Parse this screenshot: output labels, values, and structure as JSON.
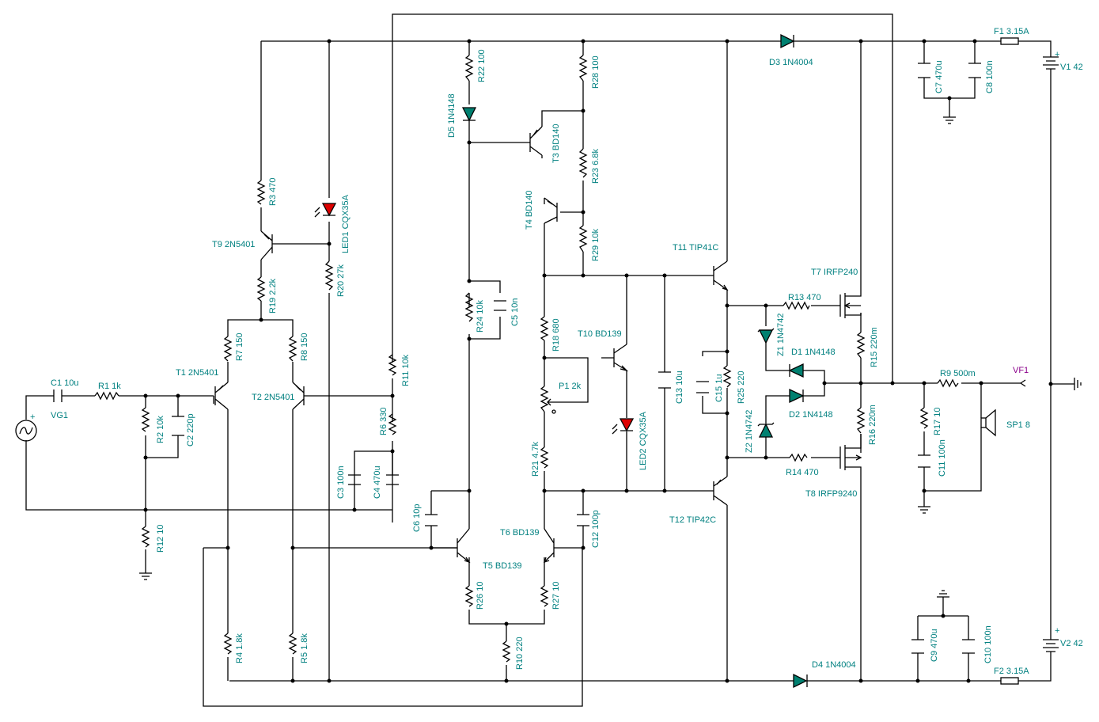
{
  "diagram": {
    "type": "audio power amplifier schematic",
    "colors": {
      "wire": "#000000",
      "label": "#008080",
      "probe_label": "#8B008B",
      "led": "#dd0000",
      "signal_diode": "#008070"
    },
    "parts": {
      "C1": "C1 10u",
      "R1": "R1 1k",
      "VG1": "VG1",
      "R2": "R2 10k",
      "C2": "C2 220p",
      "R12": "R12 10",
      "T1": "T1 2N5401",
      "T2": "T2 2N5401",
      "R7": "R7 150",
      "R8": "R8 150",
      "R19": "R19 2.2k",
      "R3": "R3 470",
      "T9": "T9 2N5401",
      "LED1": "LED1 CQX35A",
      "R20": "R20 27k",
      "R11": "R11 10k",
      "R6": "R6 330",
      "C3": "C3 100n",
      "C4": "C4 470u",
      "R4": "R4 1.8k",
      "R5": "R5 1.8k",
      "R22": "R22 100",
      "D5": "D5 1N4148",
      "R28": "R28 100",
      "T3": "T3 BD140",
      "R23": "R23 6.8k",
      "T4": "T4 BD140",
      "R29": "R29 10k",
      "R24": "R24 10k",
      "C5": "C5 10n",
      "R18": "R18 680",
      "P1": "P1 2k",
      "T10": "T10 BD139",
      "R21": "R21 4.7k",
      "LED2": "LED2 CQX35A",
      "C13": "C13 10u",
      "C6": "C6 10p",
      "T5": "T5 BD139",
      "T6": "T6 BD139",
      "C12": "C12 100p",
      "R26": "R26 10",
      "R27": "R27 10",
      "R10": "R10 220",
      "T11": "T11 TIP41C",
      "T12": "T12 TIP42C",
      "C15": "C15 1u",
      "R25": "R25 220",
      "T7": "T7 IRFP240",
      "T8": "T8 IRFP9240",
      "R13": "R13 470",
      "R14": "R14 470",
      "Z1": "Z1 1N4742",
      "Z2": "Z2 1N4742",
      "D1": "D1 1N4148",
      "D2": "D2 1N4148",
      "R15": "R15 220m",
      "R16": "R16 220m",
      "R9": "R9 500m",
      "VF1": "VF1",
      "R17": "R17 10",
      "C11": "C11 100n",
      "SP1": "SP1 8",
      "D3": "D3 1N4004",
      "D4": "D4 1N4004",
      "C7": "C7 470u",
      "C8": "C8 100n",
      "C9": "C9 470u",
      "C10": "C10 100n",
      "F1": "F1 3.15A",
      "F2": "F2 3.15A",
      "V1": "V1 42",
      "V2": "V2 42"
    },
    "terminal_marks": {
      "plus": "+",
      "minus": "-"
    }
  }
}
